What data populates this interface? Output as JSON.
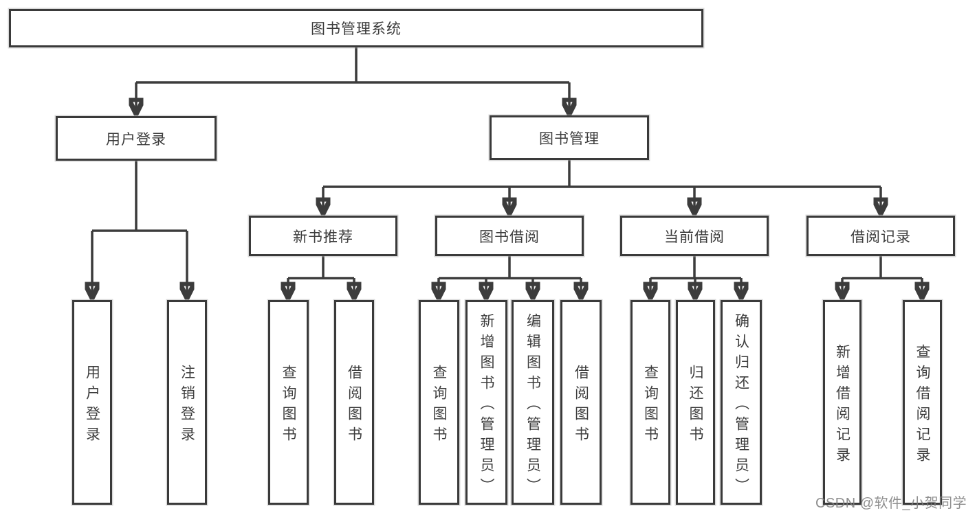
{
  "diagram_title": "图书管理系统",
  "colors": {
    "line": "#3c3c3c",
    "box_border": "#3a3a3a",
    "text": "#3d3d3d",
    "background": "#ffffff",
    "watermark": "#808080"
  },
  "tree": {
    "label": "图书管理系统",
    "children": [
      {
        "label": "用户登录",
        "children": [
          {
            "label": "用户登录"
          },
          {
            "label": "注销登录"
          }
        ]
      },
      {
        "label": "图书管理",
        "children": [
          {
            "label": "新书推荐",
            "children": [
              {
                "label": "查询图书"
              },
              {
                "label": "借阅图书"
              }
            ]
          },
          {
            "label": "图书借阅",
            "children": [
              {
                "label": "查询图书"
              },
              {
                "label": "新增图书（管理员）"
              },
              {
                "label": "编辑图书（管理员）"
              },
              {
                "label": "借阅图书"
              }
            ]
          },
          {
            "label": "当前借阅",
            "children": [
              {
                "label": "查询图书"
              },
              {
                "label": "归还图书"
              },
              {
                "label": "确认归还（管理员）"
              }
            ]
          },
          {
            "label": "借阅记录",
            "children": [
              {
                "label": "新增借阅记录"
              },
              {
                "label": "查询借阅记录"
              }
            ]
          }
        ]
      }
    ]
  },
  "watermark": {
    "text": "CSDN @软件_小贺同学"
  }
}
